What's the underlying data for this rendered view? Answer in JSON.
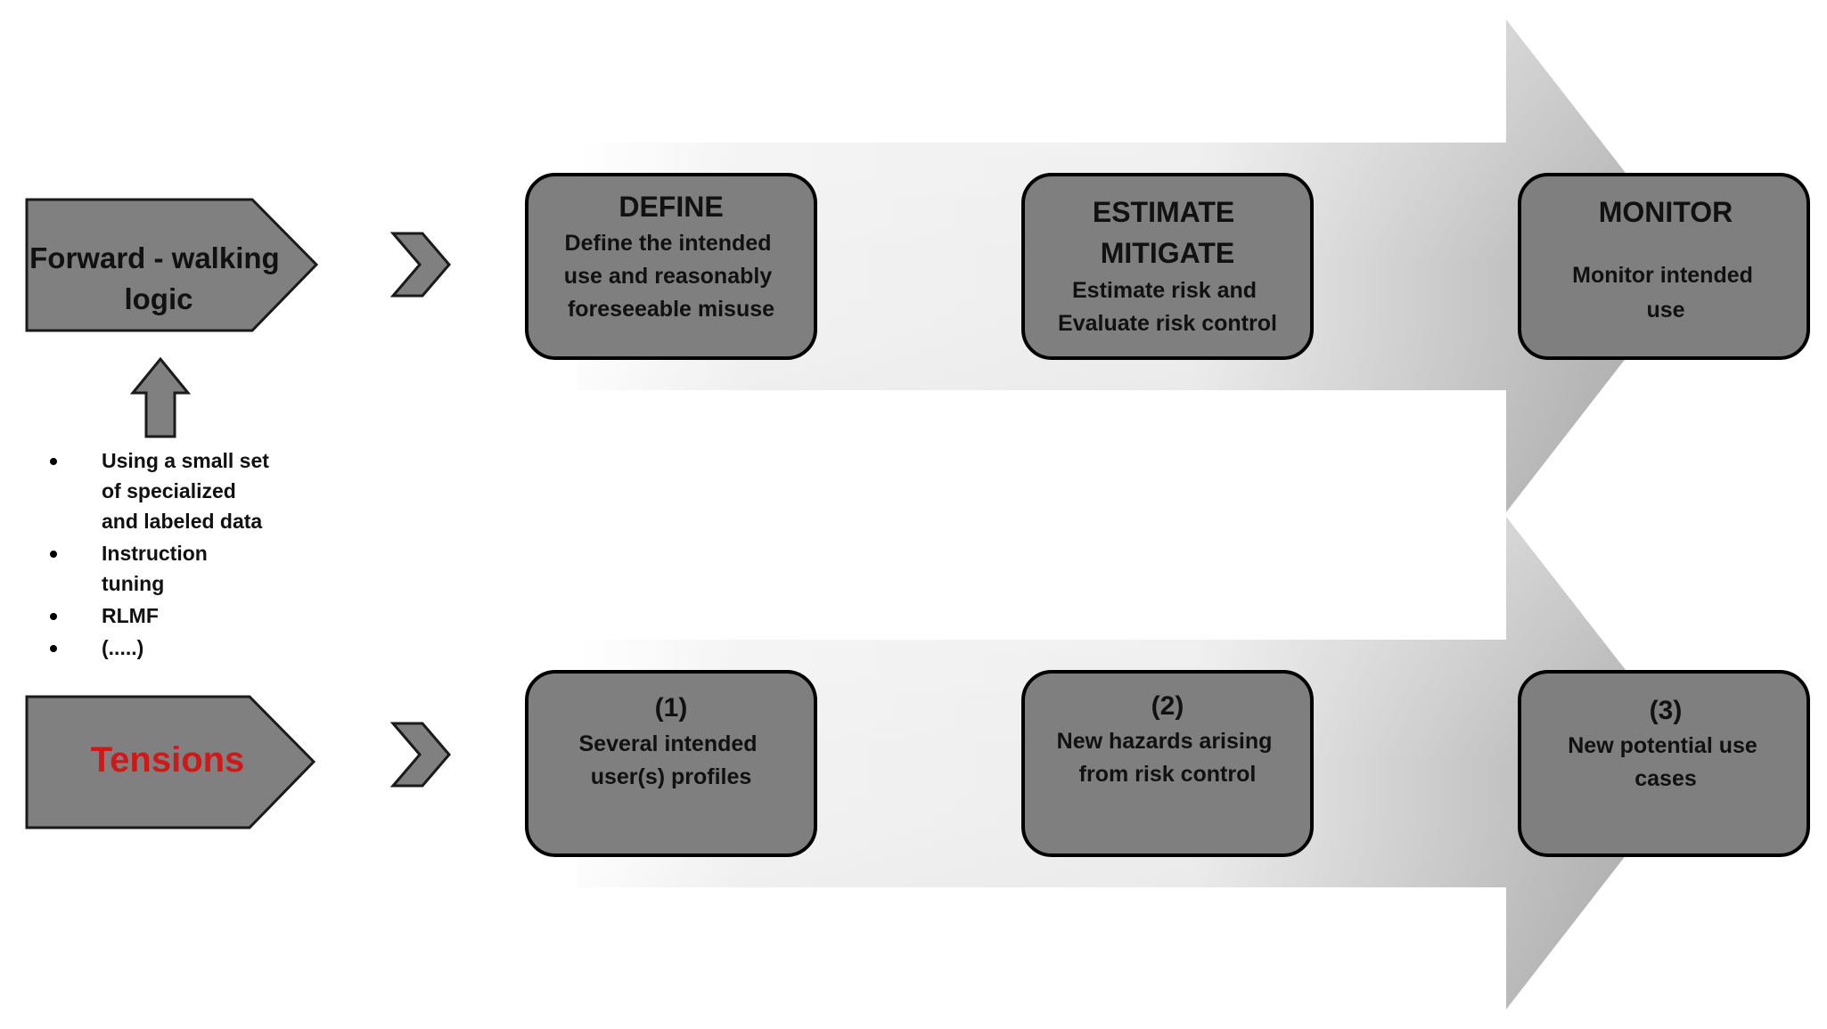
{
  "row_forward": {
    "label": "Forward - walking logic",
    "label_lines": [
      "Forward - walking",
      "logic"
    ],
    "steps": [
      {
        "title_lines": [
          "DEFINE"
        ],
        "body_lines": [
          "Define the intended",
          "use and reasonably",
          "foreseeable misuse"
        ]
      },
      {
        "title_lines": [
          "ESTIMATE",
          "MITIGATE"
        ],
        "body_lines": [
          "Estimate risk and",
          "Evaluate risk control"
        ]
      },
      {
        "title_lines": [
          "MONITOR"
        ],
        "body_lines": [
          "Monitor intended",
          "use"
        ]
      }
    ]
  },
  "row_tensions": {
    "label": "Tensions",
    "label_color": "#d01818",
    "steps": [
      {
        "title_lines": [
          "(1)"
        ],
        "body_lines": [
          "Several intended",
          "user(s) profiles"
        ]
      },
      {
        "title_lines": [
          "(2)"
        ],
        "body_lines": [
          "New hazards arising",
          "from risk control"
        ]
      },
      {
        "title_lines": [
          "(3)"
        ],
        "body_lines": [
          "New potential use",
          "cases"
        ]
      }
    ]
  },
  "techniques": [
    "Using a small set of specialized and labeled data",
    "Instruction tuning",
    "RLMF",
    "(.....)"
  ],
  "techniques_lines": [
    [
      "Using a small set",
      "of specialized",
      "and labeled data"
    ],
    [
      "Instruction",
      "tuning"
    ],
    [
      "RLMF"
    ],
    [
      "(.....)"
    ]
  ],
  "colors": {
    "box_fill": "#7f7f7f",
    "box_stroke": "#000000",
    "arrow_gradient_light": "#ffffff",
    "arrow_gradient_dark": "#a6a6a6",
    "chevron_fill": "#808080"
  }
}
